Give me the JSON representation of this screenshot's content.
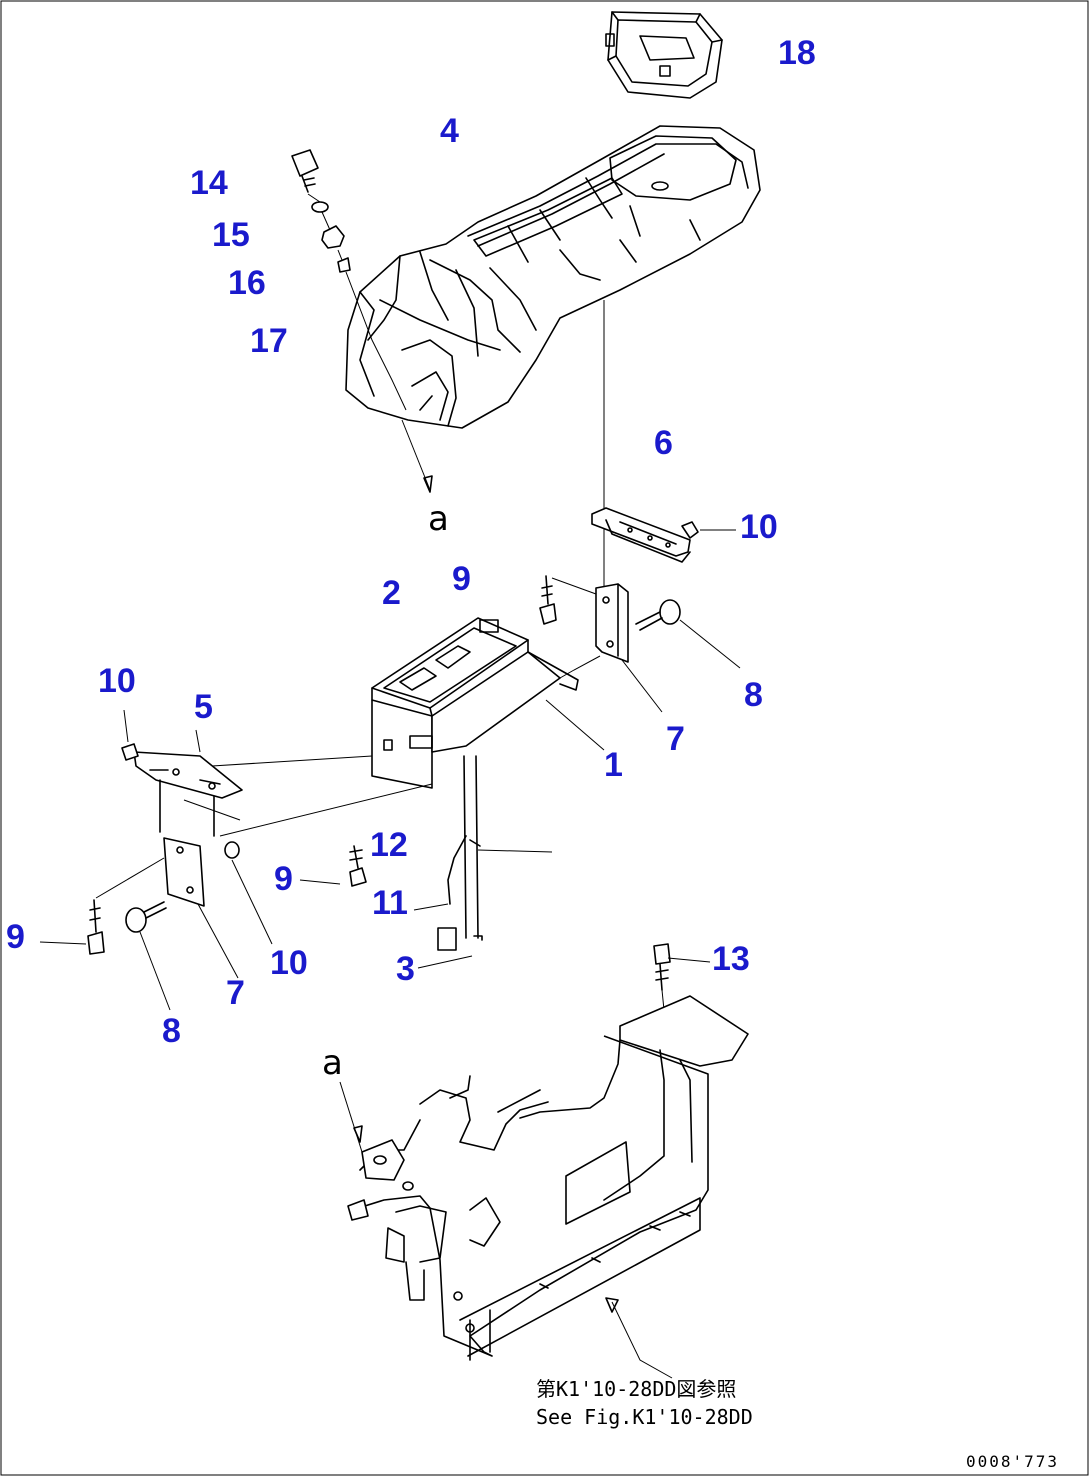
{
  "callouts": {
    "c18": "18",
    "c4": "4",
    "c14": "14",
    "c15": "15",
    "c16": "16",
    "c17": "17",
    "c6": "6",
    "c10a": "10",
    "c9a": "9",
    "c2": "2",
    "c8a": "8",
    "c7a": "7",
    "c1": "1",
    "c10b": "10",
    "c5": "5",
    "c12": "12",
    "c9b": "9",
    "c11": "11",
    "c9c": "9",
    "c10c": "10",
    "c7b": "7",
    "c3": "3",
    "c8b": "8",
    "c13": "13"
  },
  "ref_letters": {
    "a_top": "a",
    "a_bottom": "a"
  },
  "reference_note": {
    "line1": "第K1'10-28DD図参照",
    "line2": "See Fig.K1'10-28DD"
  },
  "drawing_code": "0008'773"
}
